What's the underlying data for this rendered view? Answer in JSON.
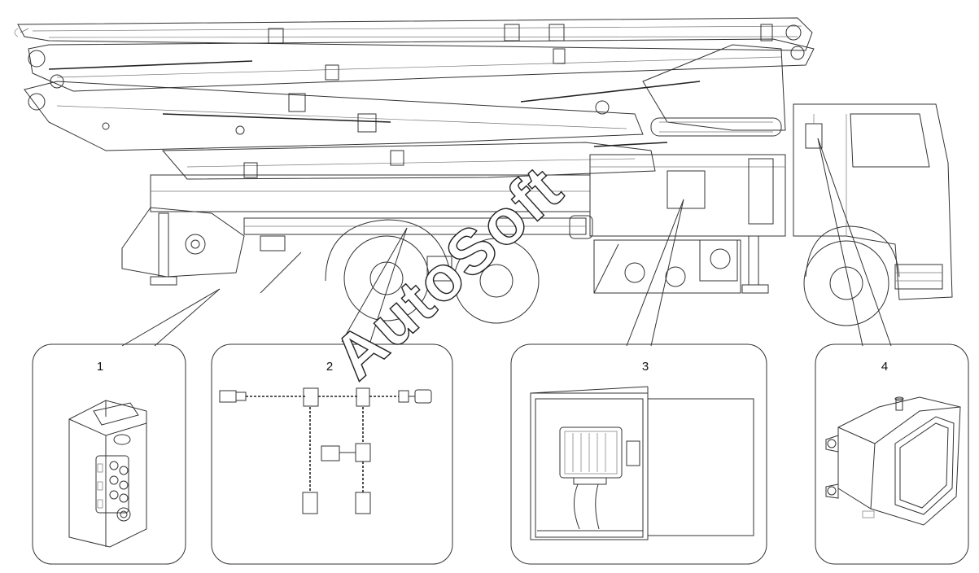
{
  "watermark": "AutoSoft",
  "panels": [
    {
      "number": "1",
      "component": "control-box-icon"
    },
    {
      "number": "2",
      "component": "wiring-harness-icon"
    },
    {
      "number": "3",
      "component": "controller-cabinet-icon"
    },
    {
      "number": "4",
      "component": "junction-box-icon"
    }
  ],
  "colors": {
    "line": "#333333",
    "background": "#ffffff"
  }
}
